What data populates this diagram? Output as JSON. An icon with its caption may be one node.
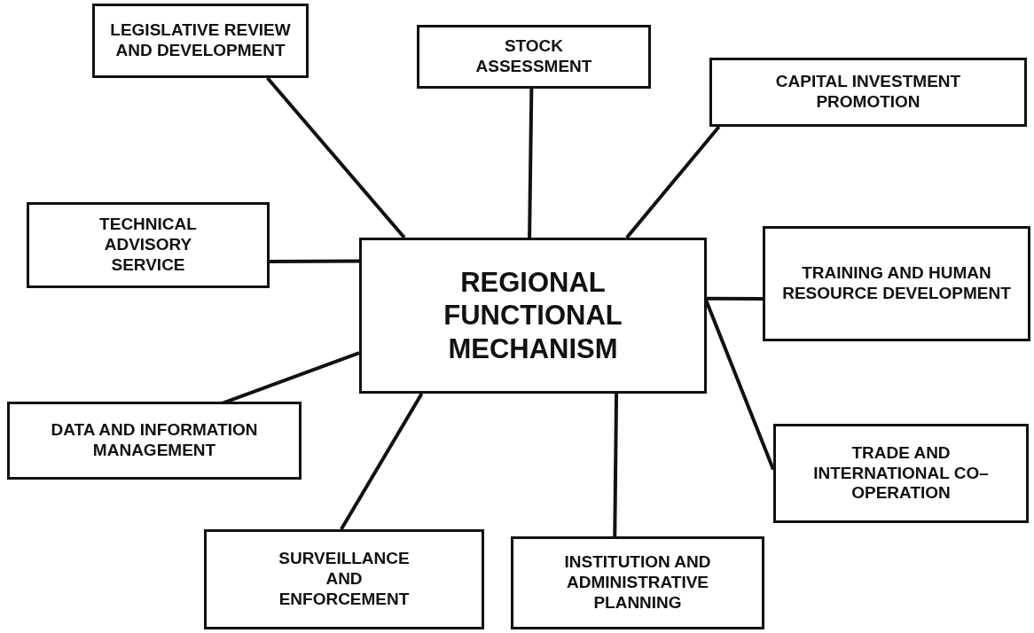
{
  "diagram": {
    "nodes": [
      {
        "text": [
          "LEGISLATIVE REVIEW AND DEVELOPMENT"
        ]
      },
      {
        "text": [
          "STOCK ASSESSMENT"
        ]
      },
      {
        "text": [
          "CAPITAL INVESTMENT PROMOTION"
        ]
      },
      {
        "text": [
          "TECHNICAL ADVISORY SERVICE"
        ]
      },
      {
        "text": [
          "REGIONAL FUNCTIONAL MECHANISM"
        ]
      },
      {
        "text": [
          "TRAINING AND HUMAN RESOURCE DEVELOPMENT"
        ]
      },
      {
        "text": [
          "DATA AND INFORMATION MANAGEMENT"
        ]
      },
      {
        "text": [
          "TRADE AND INTERNATIONAL CO–OPERATION"
        ]
      },
      {
        "text": [
          "SURVEILLANCE AND ENFORCEMENT"
        ]
      },
      {
        "text": [
          "INSTITUTION AND ADMINISTRATIVE PLANNING"
        ]
      }
    ],
    "edges": [
      {
        "from": 4,
        "to": 0,
        "arrow": "none"
      },
      {
        "from": 4,
        "to": 1,
        "arrow": "none"
      },
      {
        "from": 4,
        "to": 2,
        "arrow": "none"
      },
      {
        "from": 4,
        "to": 3,
        "arrow": "none"
      },
      {
        "from": 4,
        "to": 5,
        "arrow": "none"
      },
      {
        "from": 4,
        "to": 6,
        "arrow": "none"
      },
      {
        "from": 4,
        "to": 7,
        "arrow": "none"
      },
      {
        "from": 4,
        "to": 8,
        "arrow": "none"
      },
      {
        "from": 4,
        "to": 9,
        "arrow": "none"
      }
    ]
  }
}
